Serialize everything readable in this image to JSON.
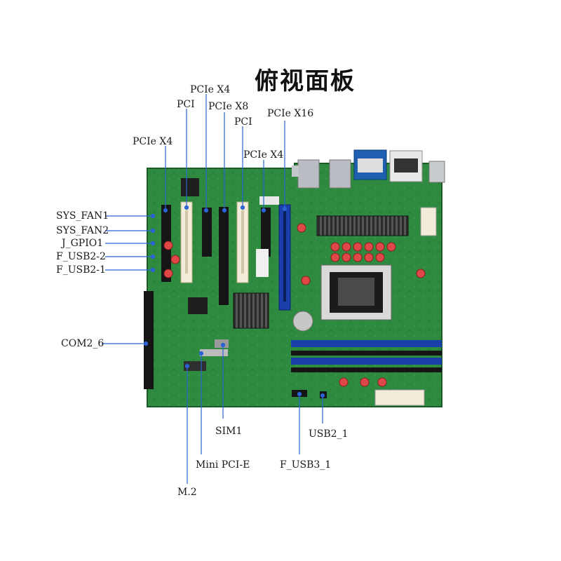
{
  "title": "俯视面板",
  "labels": {
    "pcie_x4_a": "PCIe X4",
    "pci_a": "PCI",
    "pcie_x4_b": "PCIe X4",
    "pcie_x8": "PCIe X8",
    "pci_b": "PCI",
    "pcie_x16": "PCIe X16",
    "pcie_x4_c": "PCIe X4",
    "sys_fan1": "SYS_FAN1",
    "sys_fan2": "SYS_FAN2",
    "j_gpio1": "J_GPIO1",
    "f_usb2_2": "F_USB2-2",
    "f_usb2_1": "F_USB2-1",
    "com2_6": "COM2_6",
    "sim1": "SIM1",
    "usb2_1": "USB2_1",
    "mini_pcie": "Mini PCI-E",
    "f_usb3_1": "F_USB3_1",
    "m2": "M.2"
  },
  "colors": {
    "pcb": "#2e8a3e",
    "pcb_dark": "#1f6a2c",
    "leader": "#2a63d6",
    "dimm": "#1b3fa8",
    "pci_slot": "#f2ecd8"
  }
}
